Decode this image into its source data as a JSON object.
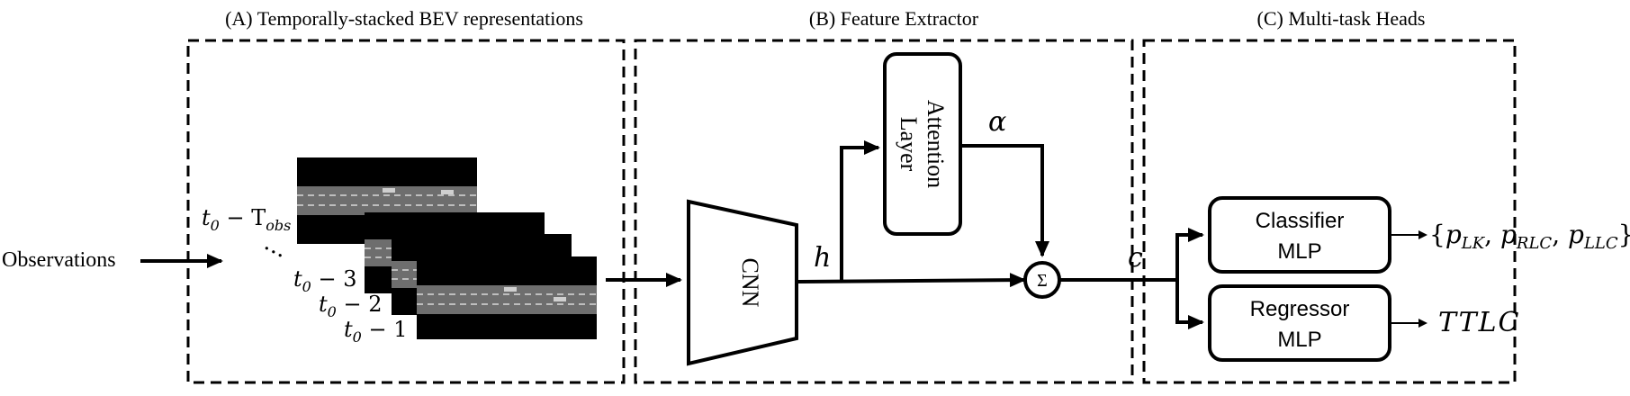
{
  "sections": {
    "a_title": "(A) Temporally-stacked BEV representations",
    "b_title": "(B) Feature Extractor",
    "c_title": "(C) Multi-task Heads"
  },
  "input": {
    "label": "Observations"
  },
  "time_labels": {
    "t_obs_base": "t",
    "t_obs_sub": "0",
    "t_obs_mid": " − T",
    "t_obs_sub2": "obs",
    "ellipsis": "•  •  •",
    "t3_base": "t",
    "t3_sub": "0",
    "t3_rest": " − 3",
    "t2_base": "t",
    "t2_sub": "0",
    "t2_rest": " − 2",
    "t1_base": "t",
    "t1_sub": "0",
    "t1_rest": " − 1"
  },
  "extractor": {
    "cnn_label": "CNN",
    "attention_line1": "Attention",
    "attention_line2": "Layer",
    "h_symbol": "h",
    "alpha_symbol": "α",
    "sum_symbol": "Σ",
    "c_symbol": "c"
  },
  "heads": {
    "classifier_line1": "Classifier",
    "classifier_line2": "MLP",
    "regressor_line1": "Regressor",
    "regressor_line2": "MLP",
    "classifier_output_open": "{",
    "p_lk_base": "p",
    "p_lk_sub": "LK",
    "comma1": ", ",
    "p_rlc_base": "p",
    "p_rlc_sub": "RLC",
    "comma2": ", ",
    "p_llc_base": "p",
    "p_llc_sub": "LLC",
    "classifier_output_close": "}",
    "regressor_output": "TTLC"
  }
}
